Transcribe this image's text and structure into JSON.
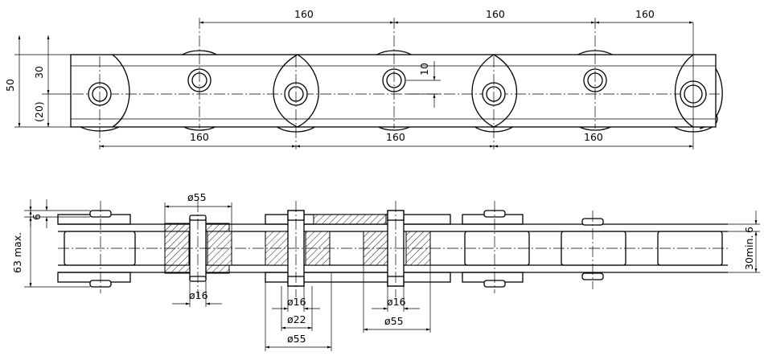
{
  "top_view": {
    "pitch_top": [
      "160",
      "160",
      "160"
    ],
    "pitch_bottom": [
      "160",
      "160",
      "160"
    ],
    "height_total": "50",
    "height_plate": "30",
    "height_lower": "(20)",
    "offset_small": "10"
  },
  "section_view": {
    "pin_head_height": "6",
    "overall_height": "63 max.",
    "roller_diameter_left": "ø55",
    "pin_diameter_left": "ø16",
    "pin_diameter_center": "ø16",
    "bushing_diameter": "ø22",
    "roller_diameter_center": "ø55",
    "pin_diameter_right": "ø16",
    "roller_diameter_right": "ø55",
    "inner_width": "30min.",
    "inner_plate": "6"
  }
}
